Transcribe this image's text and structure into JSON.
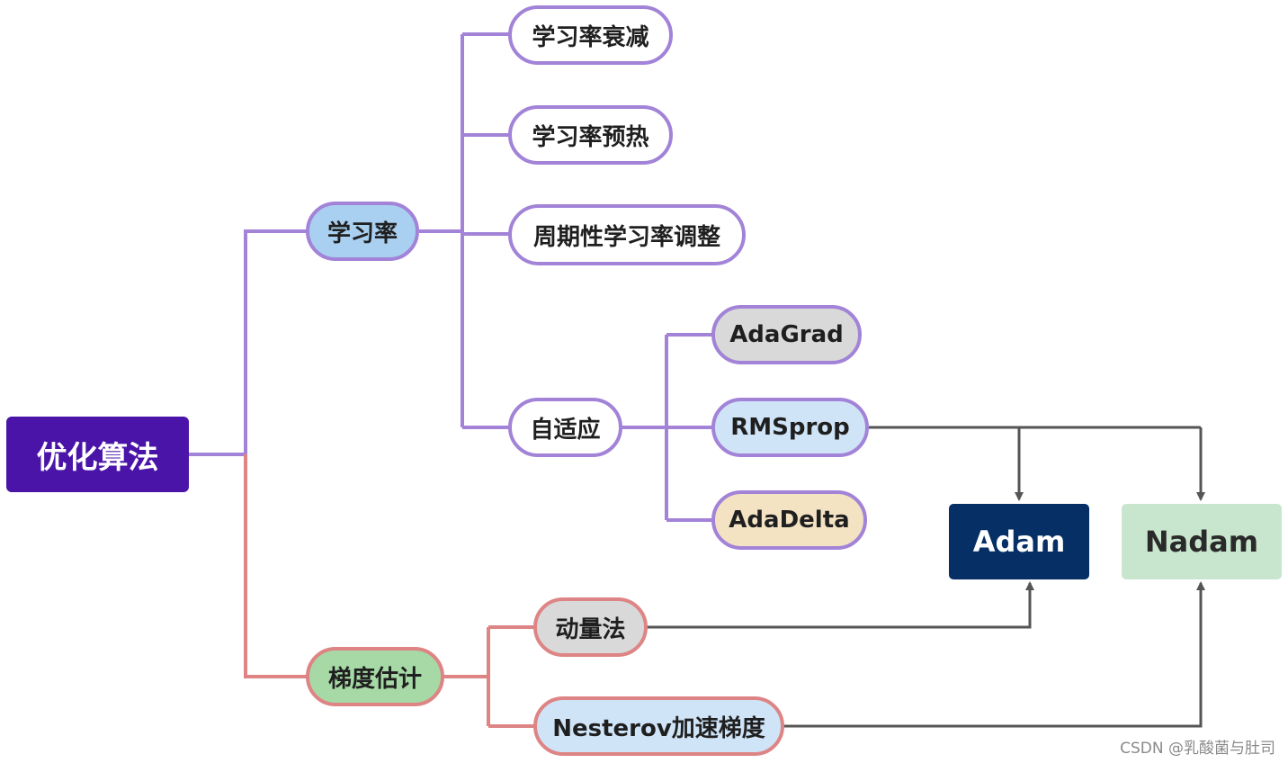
{
  "root": {
    "label": "优化算法"
  },
  "branches": {
    "learning_rate": {
      "label": "学习率",
      "children": {
        "decay": "学习率衰减",
        "warmup": "学习率预热",
        "cyclic": "周期性学习率调整",
        "adaptive": {
          "label": "自适应",
          "children": {
            "adagrad": "AdaGrad",
            "rmsprop": "RMSprop",
            "adadelta": "AdaDelta"
          }
        }
      }
    },
    "gradient_estimation": {
      "label": "梯度估计",
      "children": {
        "momentum": "动量法",
        "nesterov": "Nesterov加速梯度"
      }
    }
  },
  "results": {
    "adam": "Adam",
    "nadam": "Nadam"
  },
  "watermark": "CSDN @乳酸菌与肚司",
  "colors": {
    "root_bg": "#4a14a8",
    "purple_line": "#a283d8",
    "red_line": "#de8484",
    "arrow": "#555555",
    "blue_node": "#a9d0f0",
    "gray_node": "#d9d9d9",
    "light_blue_node": "#cfe4f7",
    "tan_node": "#f3e3c2",
    "green_node": "#a6d9a6",
    "adam_bg": "#062f66",
    "nadam_bg": "#c8e6cd"
  }
}
